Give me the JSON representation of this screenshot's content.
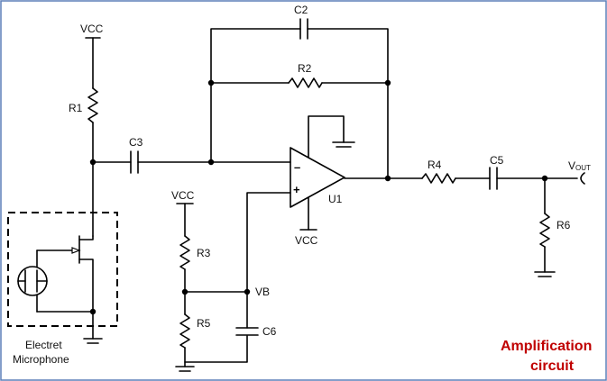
{
  "labels": {
    "vcc_top": "VCC",
    "vcc_mid": "VCC",
    "vcc_opamp": "VCC",
    "r1": "R1",
    "r2": "R2",
    "r3": "R3",
    "r4": "R4",
    "r5": "R5",
    "r6": "R6",
    "c2": "C2",
    "c3": "C3",
    "c5": "C5",
    "c6": "C6",
    "u1": "U1",
    "vb": "VB",
    "vout_main": "V",
    "vout_sub": "OUT",
    "inv_sign": "–",
    "noninv_sign": "+",
    "mic_line1": "Electret",
    "mic_line2": "Microphone",
    "title_line1": "Amplification",
    "title_line2": "circuit"
  },
  "colors": {
    "frame": "#5b7fb8",
    "title": "#c00000",
    "wire": "#000000"
  }
}
